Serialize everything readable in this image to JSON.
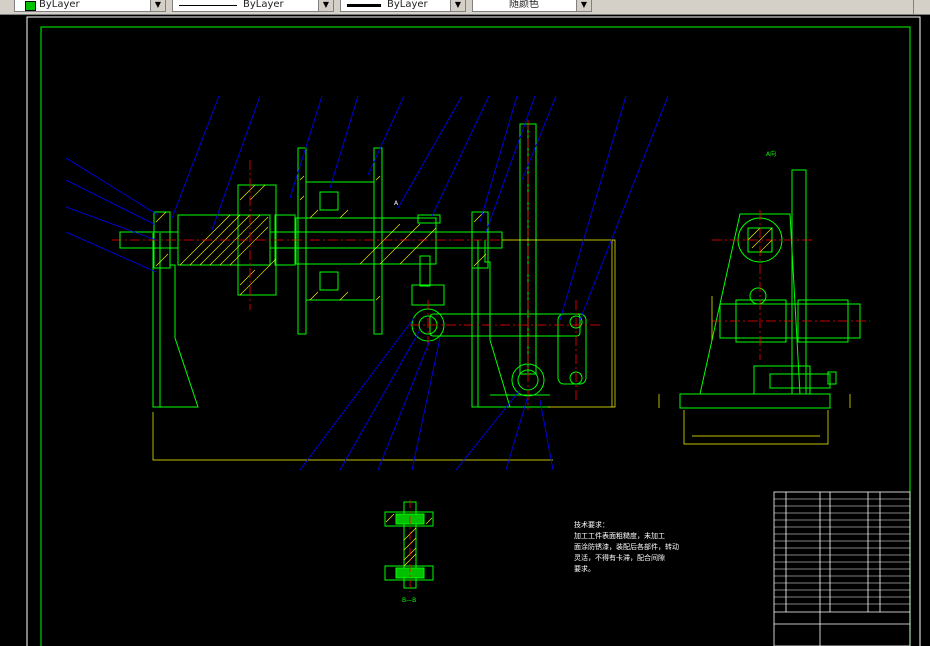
{
  "toolbar": {
    "layer_combo": {
      "value": "ByLayer",
      "swatch": "#00c000"
    },
    "linetype_combo": {
      "value": "ByLayer"
    },
    "lineweight_combo": {
      "value": "ByLayer"
    },
    "color_combo": {
      "value": "随颜色"
    }
  },
  "drawing": {
    "section_label_a": "A向",
    "section_label_bb": "B—B",
    "arrow_label": "A",
    "notes_title": "技术要求：",
    "notes_body": "加工工件表面粗糙度，未加工\n面涂防锈漆，装配后各部件，转动\n灵活，不得有卡滞，配合间隙\n要求。",
    "colors": {
      "border": "#00ff00",
      "part": "#00ff00",
      "leader": "#0000ff",
      "centerline": "#ff0000",
      "hatch": "#ffff00",
      "dimension": "#ffff00",
      "text": "#ffffff"
    }
  }
}
